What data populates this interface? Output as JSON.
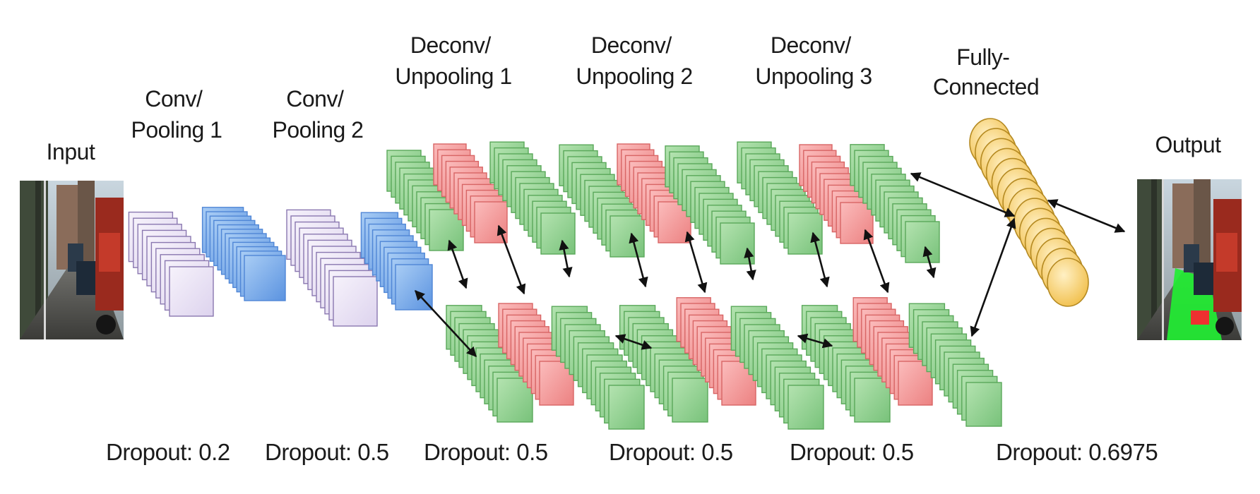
{
  "labels": {
    "input": "Input",
    "conv1": [
      "Conv/",
      "Pooling 1"
    ],
    "conv2": [
      "Conv/",
      "Pooling 2"
    ],
    "deconv1": [
      "Deconv/",
      "Unpooling 1"
    ],
    "deconv2": [
      "Deconv/",
      "Unpooling 2"
    ],
    "deconv3": [
      "Deconv/",
      "Unpooling 3"
    ],
    "fc": [
      "Fully-",
      "Connected"
    ],
    "output": "Output"
  },
  "dropouts": [
    "Dropout: 0.2",
    "Dropout: 0.5",
    "Dropout: 0.5",
    "Dropout: 0.5",
    "Dropout: 0.5",
    "Dropout: 0.6975"
  ],
  "colors": {
    "conv": "#e6dff2",
    "conv_stroke": "#8a78b0",
    "pool": "#7fb0ea",
    "pool_stroke": "#4f86d6",
    "deconv": "#8fd08f",
    "deconv_stroke": "#5aa85a",
    "unpool": "#f49a9a",
    "unpool_stroke": "#d86565",
    "fc": "#f7cc6a",
    "fc_stroke": "#b58a22",
    "arrow": "#111111",
    "road_overlay": "#22ee33"
  }
}
